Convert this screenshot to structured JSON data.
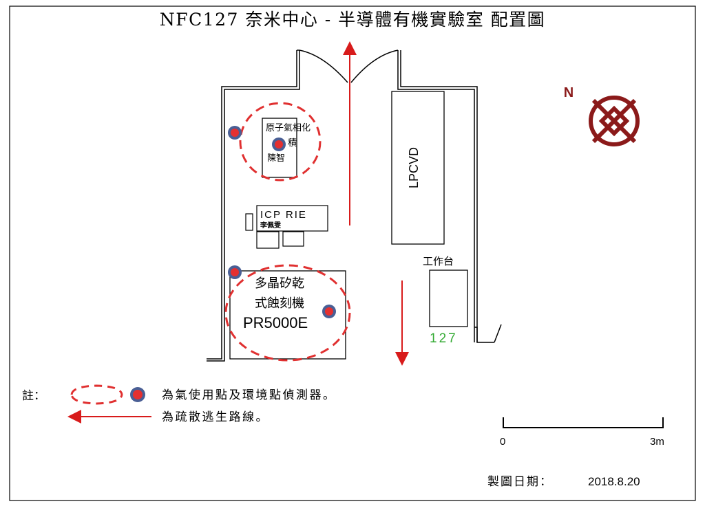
{
  "title": "NFC127 奈米中心 - 半導體有機實驗室 配置圖",
  "colors": {
    "frame": "#000000",
    "alarm_red": "#e53030",
    "dash_red": "#e03030",
    "detector_ring": "#4a5f95",
    "compass": "#8b1a1a",
    "room_number": "#33aa33",
    "route": "#d81b1b"
  },
  "compass": {
    "north_label": "N",
    "icon": "compass-rose-icon"
  },
  "equipment": {
    "ald_line1": "原子氣相化",
    "ald_line2": "積",
    "ald_owner": "陳智",
    "icp_line1": "ICP RIE",
    "icp_owner": "李佩雯",
    "lpcvd": "LPCVD",
    "workbench": "工作台",
    "poly_line1": "多晶矽乾",
    "poly_line2": "式蝕刻機",
    "poly_model": "PR5000E"
  },
  "room": {
    "number": "127"
  },
  "legend": {
    "note_label": "註：",
    "detector_text": "為氣使用點及環境點偵測器。",
    "evac_text": "為疏散逃生路線。"
  },
  "scale": {
    "start": "0",
    "end": "3m"
  },
  "date": {
    "label": "製圖日期：",
    "value": "2018.8.20"
  }
}
